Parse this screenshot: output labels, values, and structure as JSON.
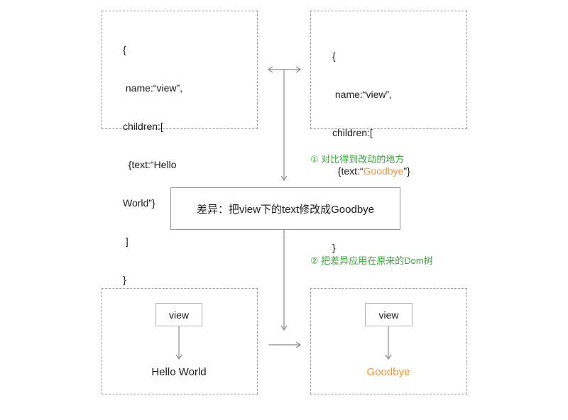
{
  "old_vdom": {
    "lines": [
      "{",
      " name:“view”,",
      "children:[",
      "  {text:“Hello",
      "World”}",
      " ]",
      "}"
    ]
  },
  "new_vdom": {
    "line1": "{",
    "line2": " name:“view”,",
    "line3": "children:[",
    "line4_pre": "  {text:“",
    "line4_hl": "Goodbye",
    "line4_post": "”}",
    "line5": " ]",
    "line6": "}"
  },
  "step1": "① 对比得到改动的地方",
  "diff_box": "差异：把view下的text修改成Goodbye",
  "step2": "② 把差异应用在原来的Dom树",
  "old_dom": {
    "node": "view",
    "text": "Hello World"
  },
  "new_dom": {
    "node": "view",
    "text": "Goodbye"
  },
  "colors": {
    "highlight": "#f0933a",
    "step": "#3aa13a",
    "border": "#9a9a9a"
  }
}
